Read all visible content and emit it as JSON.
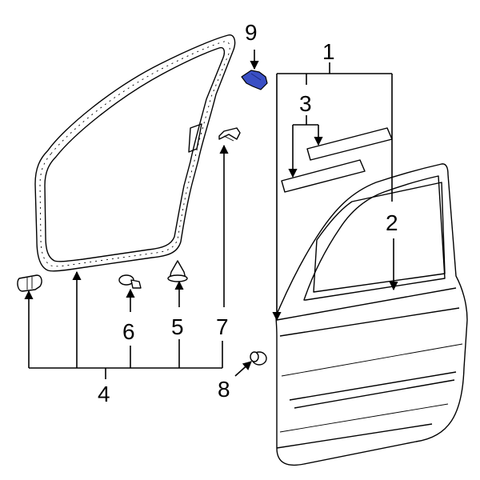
{
  "diagram": {
    "callouts": {
      "c1": "1",
      "c2": "2",
      "c3": "3",
      "c4": "4",
      "c5": "5",
      "c6": "6",
      "c7": "7",
      "c8": "8",
      "c9": "9"
    },
    "highlight_color": "#3a4fc4"
  }
}
